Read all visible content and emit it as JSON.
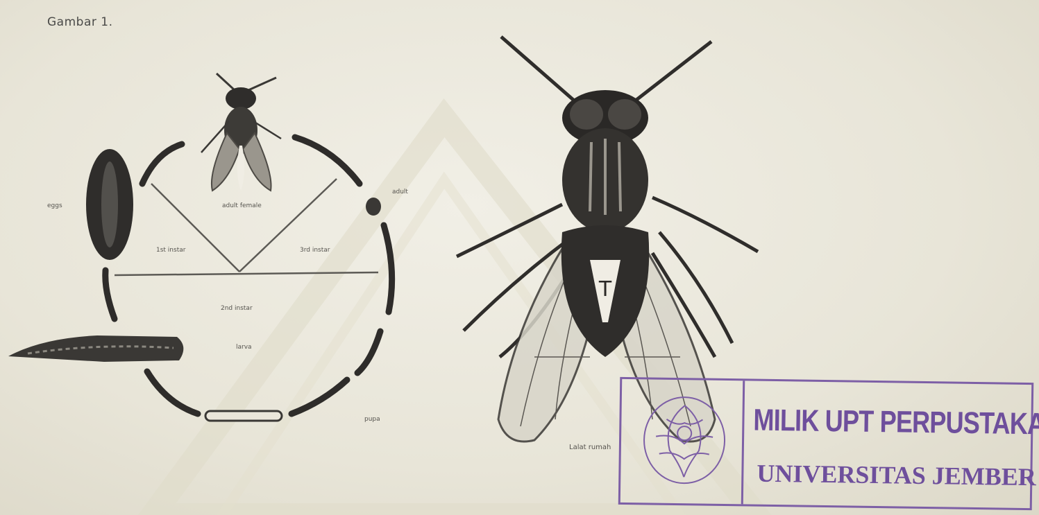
{
  "caption": "Gambar 1.",
  "cycle_labels": {
    "egg": "eggs",
    "adult": "adult",
    "top_center": "adult female",
    "left_mid": "1st instar",
    "right_mid": "3rd instar",
    "center": "2nd instar",
    "bottom_center": "larva",
    "bottom_right": "pupa"
  },
  "fly_label": "T",
  "fly_caption": "Lalat rumah",
  "stamp": {
    "line1": "MILIK UPT PERPUSTAKAAN",
    "line2": "UNIVERSITAS JEMBER",
    "color": "#6e4f9c"
  }
}
